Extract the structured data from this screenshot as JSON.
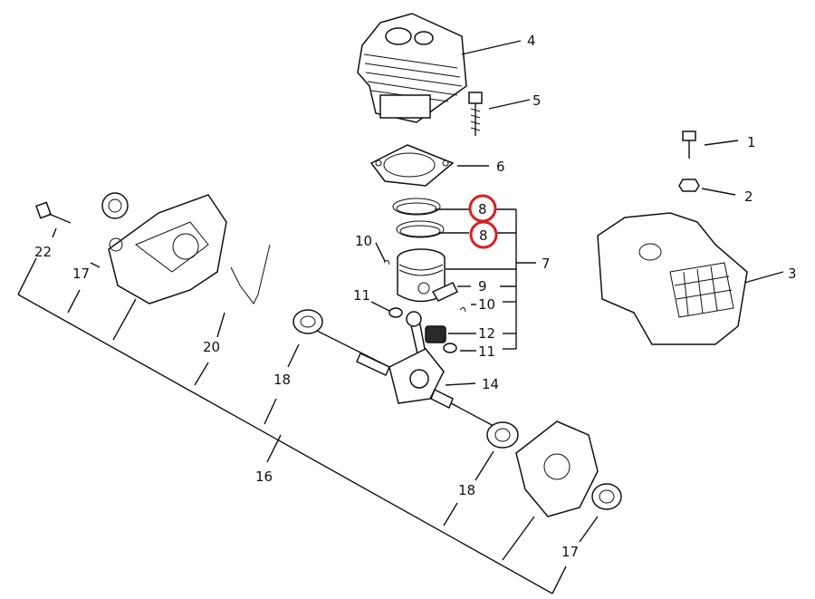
{
  "callouts": {
    "c1": "1",
    "c2": "2",
    "c3": "3",
    "c4": "4",
    "c5": "5",
    "c6": "6",
    "c7": "7",
    "c8a": "8",
    "c8b": "8",
    "c9": "9",
    "c10a": "10",
    "c10b": "10",
    "c11a": "11",
    "c11b": "11",
    "c12": "12",
    "c14": "14",
    "c16": "16",
    "c17a": "17",
    "c17b": "17",
    "c18a": "18",
    "c18b": "18",
    "c20": "20",
    "c22": "22"
  },
  "colors": {
    "line": "#111111",
    "highlight": "#d62020",
    "background": "#ffffff"
  }
}
